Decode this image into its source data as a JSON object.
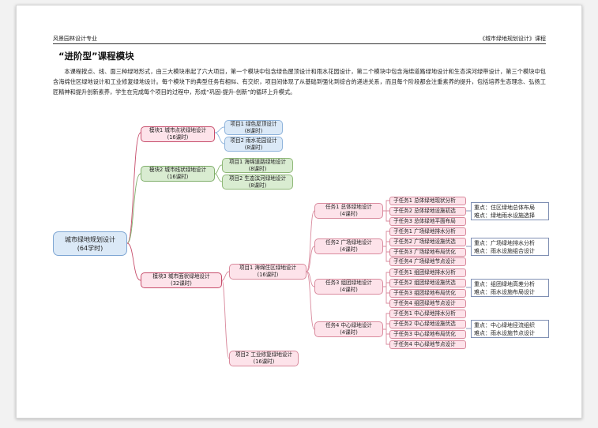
{
  "header": {
    "left": "风景园林设计专业",
    "right": "《城市绿地规划设计》课程"
  },
  "title": "“进阶型”课程模块",
  "paragraph": "本课程按点、线、面三种绿地形式，由三大模块串起了六大项目，第一个模块中包含绿色屋顶设计和雨水花园设计，第二个模块中包含海绵道路绿地设计和生态滨河绿带设计，第三个模块中包含海绵住区绿地设计和工业修复绿地设计。每个模块下的典型任务有相似、有交织，项目间体现了从基础到强化到综合的递进关系，而且每个阶段都会注重素养的提升，包括培养生态理念、弘扬工匠精神和提升创新素养，学生在完成每个项目的过程中，形成“巩固-提升-创新”的循环上升模式。",
  "root": {
    "line1": "城市绿地规划设计",
    "line2": "(64学时)"
  },
  "modules": [
    {
      "line1": "模块1  城市点状绿地设计",
      "line2": "(16课时)"
    },
    {
      "line1": "模块2  城市线状绿地设计",
      "line2": "(16课时)"
    },
    {
      "line1": "模块3  城市面状绿地设计",
      "line2": "(32课时)"
    }
  ],
  "projects_m1": [
    {
      "line1": "项目1  绿色屋顶设计",
      "line2": "(8课时)"
    },
    {
      "line1": "项目2  雨水花园设计",
      "line2": "(8课时)"
    }
  ],
  "projects_m2": [
    {
      "line1": "项目1  海绵道路绿地设计",
      "line2": "(8课时)"
    },
    {
      "line1": "项目2  生态滨河绿地设计",
      "line2": "(8课时)"
    }
  ],
  "projects_m3": [
    {
      "line1": "项目1  海绵住区绿地设计",
      "line2": "(16课时)"
    },
    {
      "line1": "项目2  工业修复绿地设计",
      "line2": "(16课时)"
    }
  ],
  "tasks": [
    {
      "line1": "任务1  总体绿地设计",
      "line2": "(4课时)",
      "subtasks": [
        "子任务1  总体绿地现状分析",
        "子任务2  总体绿地设施初选",
        "子任务3  总体绿地平面布局"
      ],
      "focus": [
        "重点：住区绿地总体布局",
        "难点：绿地雨水设施选择"
      ]
    },
    {
      "line1": "任务2  广场绿地设计",
      "line2": "(4课时)",
      "subtasks": [
        "子任务1  广场绿地排水分析",
        "子任务2  广场绿地设施优选",
        "子任务3  广场绿地布局优化",
        "子任务4  广场绿地节点设计"
      ],
      "focus": [
        "重点：广场绿地排水分析",
        "难点：雨水设施组合设计"
      ]
    },
    {
      "line1": "任务3  组团绿地设计",
      "line2": "(4课时)",
      "subtasks": [
        "子任务1  组团绿地排水分析",
        "子任务2  组团绿地设施优选",
        "子任务3  组团绿地布局优化",
        "子任务4  组团绿地节点设计"
      ],
      "focus": [
        "重点：组团绿地高差分析",
        "难点：雨水设施布局设计"
      ]
    },
    {
      "line1": "任务4  中心绿地设计",
      "line2": "(4课时)",
      "subtasks": [
        "子任务1  中心绿地排水分析",
        "子任务2  中心绿地设施优选",
        "子任务3  中心绿地布局优化",
        "子任务4  中心绿地节点设计"
      ],
      "focus": [
        "重点：中心绿地径流组织",
        "难点：雨水设施节点设计"
      ]
    }
  ]
}
